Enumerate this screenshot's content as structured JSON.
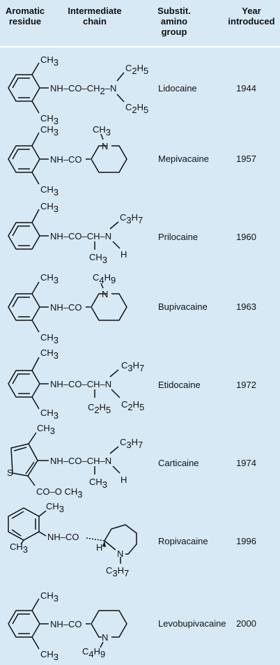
{
  "header": {
    "col1": [
      "Aromatic",
      "residue"
    ],
    "col2": [
      "Intermediate",
      "chain"
    ],
    "col3": [
      "Substit.",
      "amino",
      "group"
    ],
    "col4": [
      "Year",
      "introduced"
    ]
  },
  "rows": [
    {
      "name": "Lidocaine",
      "year": "1944",
      "labels": {
        "methyl_top": "CH",
        "methyl_top_sub": "3",
        "methyl_bot": "CH",
        "methyl_bot_sub": "3",
        "chain": "NH–CO–CH",
        "chain_sub": "2",
        "chain_tail": "–N",
        "r1": "C",
        "r1_sub": "2",
        "r1_h": "H",
        "r1_hsub": "5",
        "r2": "C",
        "r2_sub": "2",
        "r2_h": "H",
        "r2_hsub": "5"
      }
    },
    {
      "name": "Mepivacaine",
      "year": "1957",
      "labels": {
        "methyl_top": "CH",
        "methyl_top_sub": "3",
        "methyl_bot": "CH",
        "methyl_bot_sub": "3",
        "chain": "NH–CO",
        "n": "N",
        "n_sub_group": "CH",
        "n_sub_group_sub": "3"
      }
    },
    {
      "name": "Prilocaine",
      "year": "1960",
      "labels": {
        "methyl_top": "CH",
        "methyl_top_sub": "3",
        "chain": "NH–CO–CH–N",
        "r1": "C",
        "r1_sub": "3",
        "r1_h": "H",
        "r1_hsub": "7",
        "h": "H",
        "branch": "CH",
        "branch_sub": "3"
      }
    },
    {
      "name": "Bupivacaine",
      "year": "1963",
      "labels": {
        "methyl_top": "CH",
        "methyl_top_sub": "3",
        "methyl_bot": "CH",
        "methyl_bot_sub": "3",
        "chain": "NH–CO",
        "n": "N",
        "n_sub_group": "C",
        "n_sub_group_sub": "4",
        "n_sub_group_h": "H",
        "n_sub_group_hsub": "9"
      }
    },
    {
      "name": "Etidocaine",
      "year": "1972",
      "labels": {
        "methyl_top": "CH",
        "methyl_top_sub": "3",
        "methyl_bot": "CH",
        "methyl_bot_sub": "3",
        "chain": "NH–CO–CH–N",
        "r1": "C",
        "r1_sub": "3",
        "r1_h": "H",
        "r1_hsub": "7",
        "r2": "C",
        "r2_sub": "2",
        "r2_h": "H",
        "r2_hsub": "5",
        "branch": "C",
        "branch_sub": "2",
        "branch_h": "H",
        "branch_hsub": "5"
      }
    },
    {
      "name": "Carticaine",
      "year": "1974",
      "labels": {
        "methyl_top": "CH",
        "methyl_top_sub": "3",
        "s": "S",
        "chain": "NH–CO–CH–N",
        "r1": "C",
        "r1_sub": "3",
        "r1_h": "H",
        "r1_hsub": "7",
        "h": "H",
        "branch": "CH",
        "branch_sub": "3",
        "ester": "CO–O CH",
        "ester_sub": "3"
      }
    },
    {
      "name": "Ropivacaine",
      "year": "1996",
      "labels": {
        "methyl_top": "CH",
        "methyl_top_sub": "3",
        "methyl_bot": "CH",
        "methyl_bot_sub": "3",
        "chain": "NH–CO",
        "h": "H",
        "n": "N",
        "n_sub_group": "C",
        "n_sub_group_sub": "3",
        "n_sub_group_h": "H",
        "n_sub_group_hsub": "7"
      }
    },
    {
      "name": "Levobupivacaine",
      "year": "2000",
      "labels": {
        "methyl_top": "CH",
        "methyl_top_sub": "3",
        "methyl_bot": "CH",
        "methyl_bot_sub": "3",
        "chain": "NH–CO",
        "n": "N",
        "n_sub_group": "C",
        "n_sub_group_sub": "4",
        "n_sub_group_h": "H",
        "n_sub_group_hsub": "9"
      }
    }
  ]
}
